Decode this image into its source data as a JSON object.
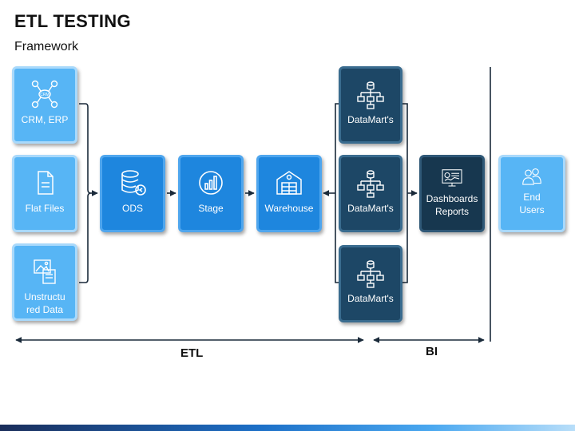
{
  "header": {
    "title": "ETL TESTING",
    "subtitle": "Framework"
  },
  "sources": [
    {
      "label": "CRM, ERP",
      "icon": "crm-network-icon"
    },
    {
      "label": "Flat Files",
      "icon": "file-icon"
    },
    {
      "label": "Unstructu red Data",
      "icon": "image-documents-icon"
    }
  ],
  "pipeline": [
    {
      "label": "ODS",
      "icon": "database-icon"
    },
    {
      "label": "Stage",
      "icon": "bar-chart-icon"
    },
    {
      "label": "Warehouse",
      "icon": "warehouse-icon"
    }
  ],
  "datamarts": [
    {
      "label": "DataMart's",
      "icon": "hierarchy-icon"
    },
    {
      "label": "DataMart's",
      "icon": "hierarchy-icon"
    },
    {
      "label": "DataMart's",
      "icon": "hierarchy-icon"
    }
  ],
  "reports": {
    "label": "Dashboards Reports",
    "icon": "dashboard-icon"
  },
  "end_users": {
    "label": "End Users",
    "icon": "users-icon"
  },
  "sections": {
    "etl": "ETL",
    "bi": "BI"
  },
  "colors": {
    "light_blue": "#57b5f5",
    "mid_blue": "#1e86de",
    "dark_navy": "#1d4766",
    "line": "#1a2a3a"
  }
}
